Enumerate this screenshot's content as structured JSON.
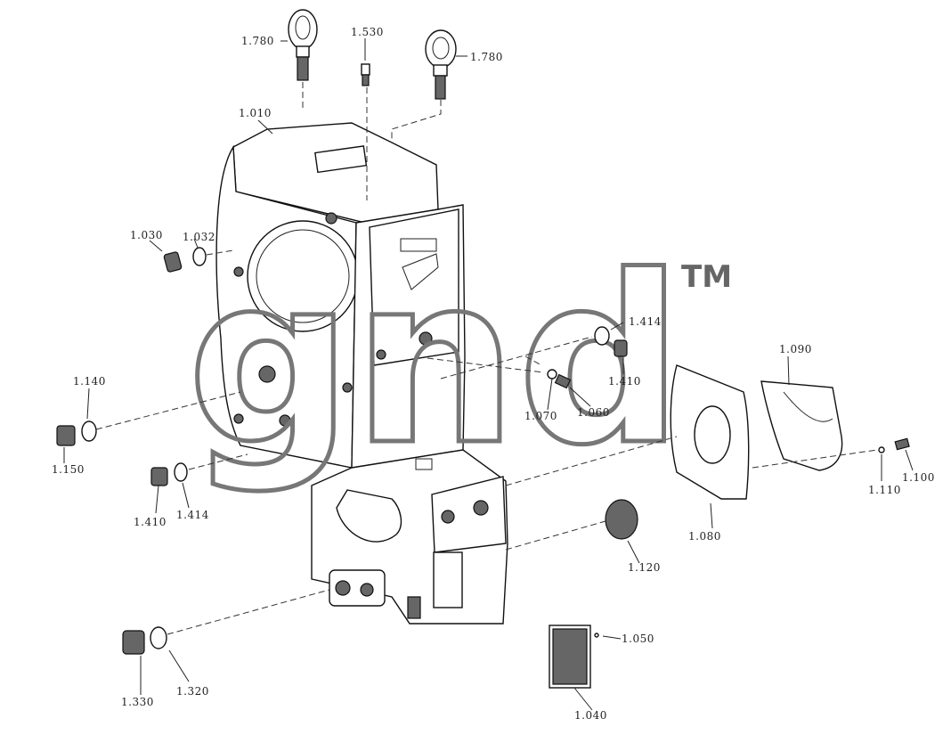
{
  "watermark": {
    "text": "gnd",
    "trademark": "TM"
  },
  "labels": {
    "l1780a": "1.780",
    "l1530": "1.530",
    "l1780b": "1.780",
    "l1010": "1.010",
    "l1030": "1.030",
    "l1032": "1.032",
    "l1414a": "1.414",
    "l1410a": "1.410",
    "l1070": "1.070",
    "l1060": "1.060",
    "l1090": "1.090",
    "l1140": "1.140",
    "l1150": "1.150",
    "l1410b": "1.410",
    "l1414b": "1.414",
    "l1110": "1.110",
    "l1100": "1.100",
    "l1080": "1.080",
    "l1120": "1.120",
    "l1050": "1.050",
    "l1040": "1.040",
    "l1330": "1.330",
    "l1320": "1.320"
  }
}
